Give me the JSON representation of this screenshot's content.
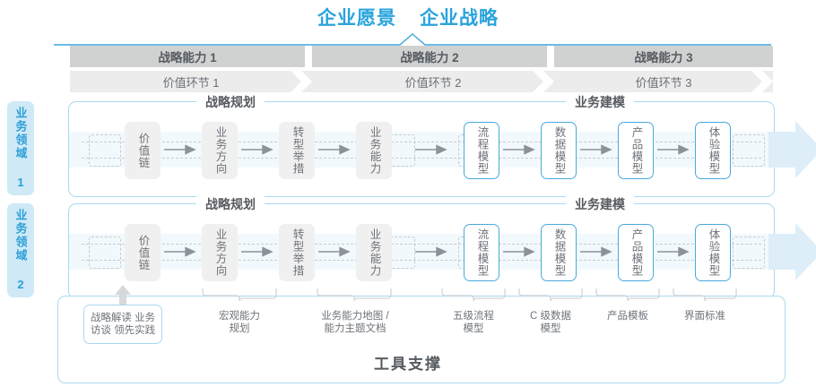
{
  "header": {
    "titles": [
      "企业愿景",
      "企业战略"
    ],
    "accent_color": "#29a3dc"
  },
  "capability_bars": [
    {
      "label": "战略能力 1"
    },
    {
      "label": "战略能力 2"
    },
    {
      "label": "战略能力 3"
    }
  ],
  "value_bars": [
    {
      "label": "价值环节 1"
    },
    {
      "label": "价值环节 2"
    },
    {
      "label": "价值环节 3"
    }
  ],
  "domains": [
    {
      "label": "业务领域 1"
    },
    {
      "label": "业务领域 2"
    }
  ],
  "sections": {
    "planning": "战略规划",
    "modeling": "业务建模"
  },
  "nodes": {
    "planning": [
      {
        "label": "价值链",
        "style": "gray"
      },
      {
        "label": "业务方向",
        "style": "gray"
      },
      {
        "label": "转型举措",
        "style": "gray"
      },
      {
        "label": "业务能力",
        "style": "gray"
      }
    ],
    "modeling": [
      {
        "label": "流程模型",
        "style": "blue"
      },
      {
        "label": "数据模型",
        "style": "blue"
      },
      {
        "label": "产品模型",
        "style": "blue"
      },
      {
        "label": "体验模型",
        "style": "blue"
      }
    ]
  },
  "tool_support": {
    "title": "工具支撑",
    "chip": "战略解读\n业务访谈\n领先实践",
    "labels": [
      "宏观能力\n规划",
      "业务能力地图 /\n能力主题文档",
      "五级流程\n模型",
      "C 级数据\n模型",
      "产品模板",
      "界面标准"
    ]
  },
  "colors": {
    "blue_border": "#a9d9ef",
    "blue_node": "#4aa9dc",
    "band": "#f2f9fd",
    "cap_bar": "#d0d2d2",
    "val_bar": "#ececec",
    "tag_bg": "#cfe9f7"
  }
}
